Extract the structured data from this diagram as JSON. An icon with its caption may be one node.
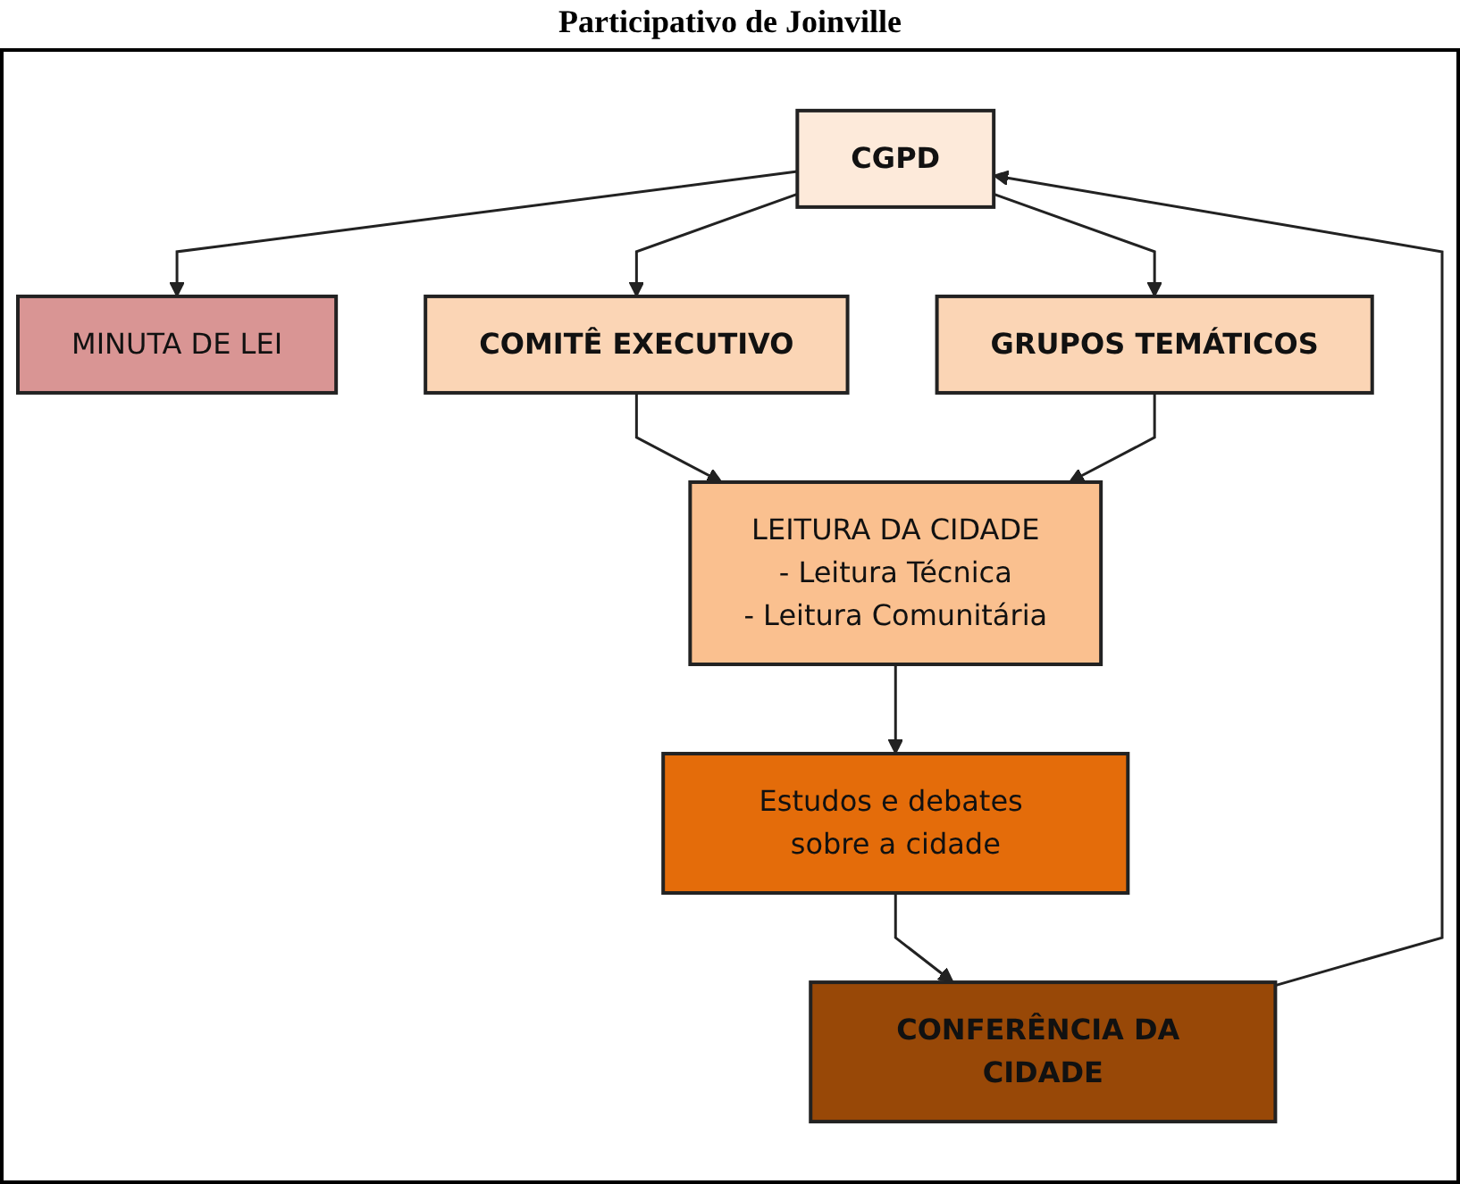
{
  "diagram": {
    "title": "Participativo de Joinville",
    "nodes": [
      {
        "text": [
          "CGPD"
        ]
      },
      {
        "text": [
          "MINUTA DE LEI"
        ]
      },
      {
        "text": [
          "COMITÊ EXECUTIVO"
        ]
      },
      {
        "text": [
          "GRUPOS TEMÁTICOS"
        ]
      },
      {
        "text": [
          "LEITURA DA CIDADE",
          "- Leitura Técnica",
          "- Leitura Comunitária"
        ]
      },
      {
        "text": [
          "Estudos e debates sobre a cidade"
        ]
      },
      {
        "text": [
          "CONFERÊNCIA DA CIDADE"
        ]
      }
    ],
    "edges": [
      {
        "from": 0,
        "to": 1,
        "arrow": "to"
      },
      {
        "from": 0,
        "to": 2,
        "arrow": "to"
      },
      {
        "from": 0,
        "to": 3,
        "arrow": "to"
      },
      {
        "from": 2,
        "to": 4,
        "arrow": "to"
      },
      {
        "from": 3,
        "to": 4,
        "arrow": "to"
      },
      {
        "from": 4,
        "to": 5,
        "arrow": "to"
      },
      {
        "from": 5,
        "to": 6,
        "arrow": "to"
      },
      {
        "from": 6,
        "to": 0,
        "arrow": "to"
      }
    ]
  }
}
